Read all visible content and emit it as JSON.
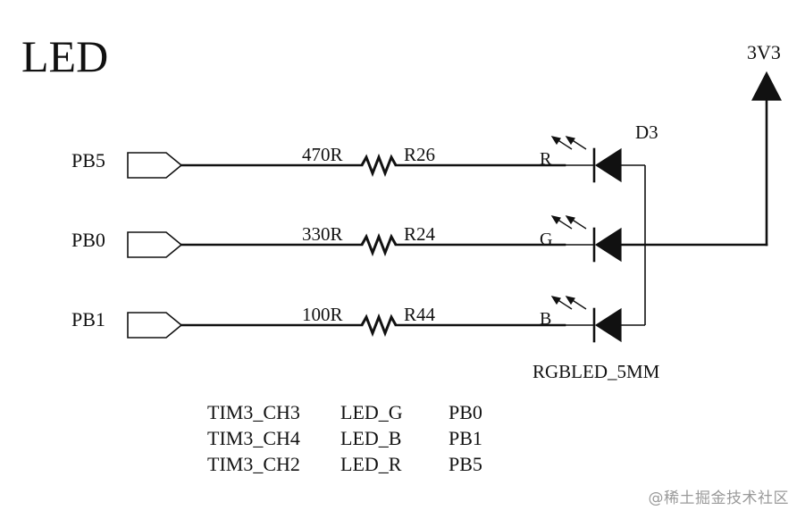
{
  "title": "LED",
  "power_label": "3V3",
  "led": {
    "ref": "D3",
    "part": "RGBLED_5MM"
  },
  "channels": [
    {
      "pin": "PB5",
      "value": "470R",
      "ref": "R26",
      "color_letter": "R"
    },
    {
      "pin": "PB0",
      "value": "330R",
      "ref": "R24",
      "color_letter": "G"
    },
    {
      "pin": "PB1",
      "value": "100R",
      "ref": "R44",
      "color_letter": "B"
    }
  ],
  "mapping_table": [
    {
      "timer": "TIM3_CH3",
      "signal": "LED_G",
      "pin": "PB0"
    },
    {
      "timer": "TIM3_CH4",
      "signal": "LED_B",
      "pin": "PB1"
    },
    {
      "timer": "TIM3_CH2",
      "signal": "LED_R",
      "pin": "PB5"
    }
  ],
  "watermark": "@稀土掘金技术社区"
}
